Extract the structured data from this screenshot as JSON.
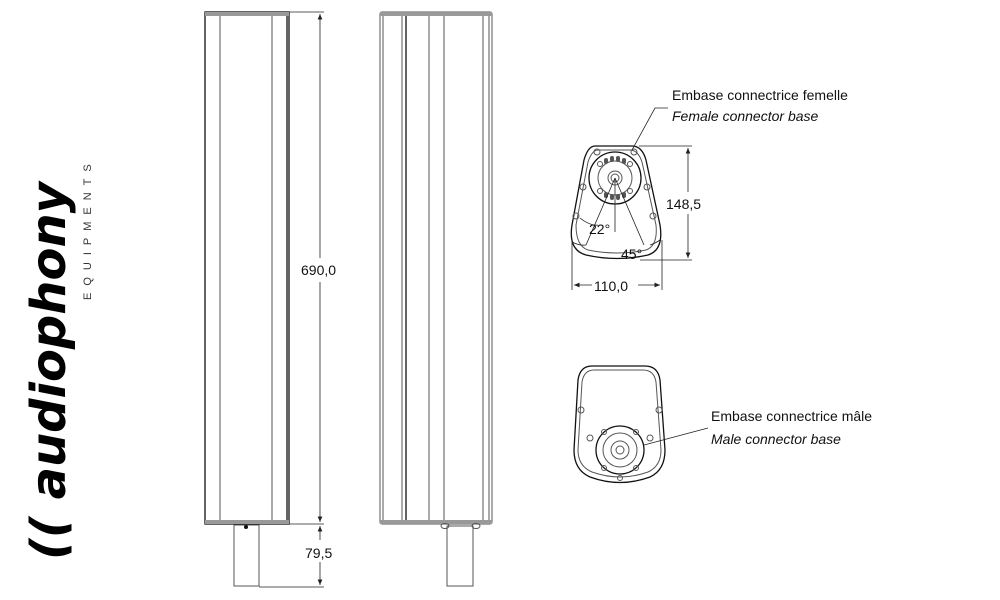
{
  "logo": {
    "brand": "audiophony",
    "sub": "EQUIPMENTS"
  },
  "dimensions": {
    "height": "690,0",
    "pole_height": "79,5",
    "connector_height": "148,5",
    "connector_width": "110,0",
    "angle_small": "22°",
    "angle_large": "45°"
  },
  "labels": {
    "female_fr": "Embase connectrice femelle",
    "female_en": "Female connector base",
    "male_fr": "Embase connectrice mâle",
    "male_en": "Male connector base"
  }
}
